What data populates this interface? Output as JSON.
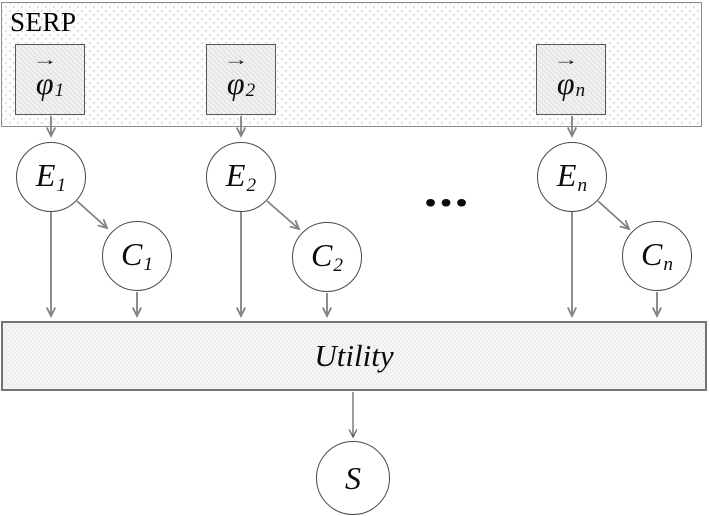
{
  "serp": {
    "label": "SERP"
  },
  "phi_nodes": [
    {
      "vec": "→",
      "main": "φ",
      "sub": "1"
    },
    {
      "vec": "→",
      "main": "φ",
      "sub": "2"
    },
    {
      "vec": "→",
      "main": "φ",
      "sub": "n"
    }
  ],
  "e_nodes": [
    {
      "main": "E",
      "sub": "1"
    },
    {
      "main": "E",
      "sub": "2"
    },
    {
      "main": "E",
      "sub": "n"
    }
  ],
  "c_nodes": [
    {
      "main": "C",
      "sub": "1"
    },
    {
      "main": "C",
      "sub": "2"
    },
    {
      "main": "C",
      "sub": "n"
    }
  ],
  "ellipsis": "…",
  "utility": {
    "label": "Utility"
  },
  "s_node": {
    "main": "S"
  },
  "colors": {
    "edge": "#828282",
    "edge_dark": "#5a5a5a",
    "node_border": "#4a4a4a",
    "box_border": "#595959",
    "serp_border": "#8c8c8c",
    "utility_border": "#737373",
    "fill_light": "#f1f1f1"
  }
}
